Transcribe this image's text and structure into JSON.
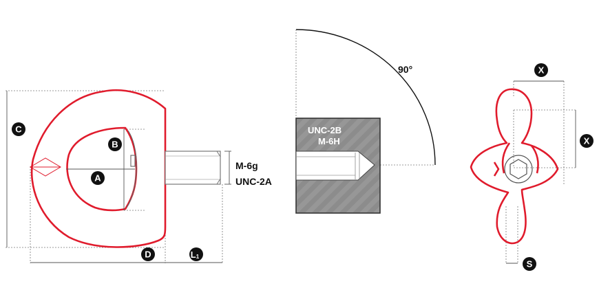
{
  "labels": {
    "a": "A",
    "b": "B",
    "c": "C",
    "d": "D",
    "l1": "L",
    "l1_sub": "1",
    "x_top": "X",
    "x_side": "X",
    "s": "S"
  },
  "bolt": {
    "thread_line1": "M-6g",
    "thread_line2": "UNC-2A"
  },
  "block": {
    "thread_line1": "UNC-2B",
    "thread_line2": "M-6H",
    "angle": "90°"
  },
  "colors": {
    "part_outline": "#e01b2c",
    "block_fill": "#8f8f8f",
    "bubble": "#111111"
  }
}
